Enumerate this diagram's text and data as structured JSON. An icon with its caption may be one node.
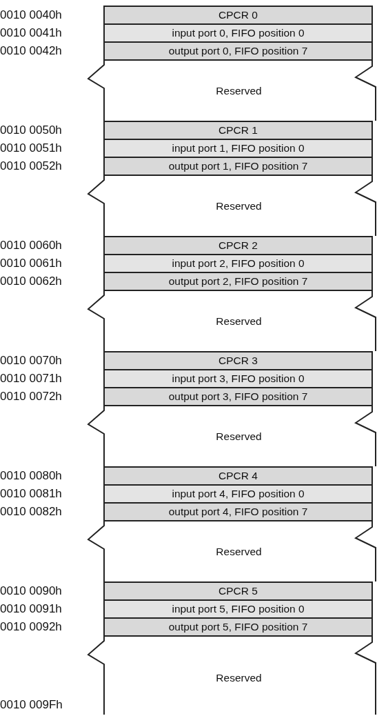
{
  "diagram": {
    "nodes": [
      {
        "text": [
          "CPCR 0"
        ],
        "beside": [
          "0010 0040h"
        ]
      },
      {
        "text": [
          "input port 0, FIFO position 0"
        ],
        "beside": [
          "0010 0041h"
        ]
      },
      {
        "text": [
          "output port 0, FIFO position 7"
        ],
        "beside": [
          "0010 0042h"
        ]
      },
      {
        "text": [
          "Reserved"
        ]
      },
      {
        "text": [
          "CPCR 1"
        ],
        "beside": [
          "0010 0050h"
        ]
      },
      {
        "text": [
          "input port 1, FIFO position 0"
        ],
        "beside": [
          "0010 0051h"
        ]
      },
      {
        "text": [
          "output port 1, FIFO position 7"
        ],
        "beside": [
          "0010 0052h"
        ]
      },
      {
        "text": [
          "Reserved"
        ]
      },
      {
        "text": [
          "CPCR 2"
        ],
        "beside": [
          "0010 0060h"
        ]
      },
      {
        "text": [
          "input port 2, FIFO position 0"
        ],
        "beside": [
          "0010 0061h"
        ]
      },
      {
        "text": [
          "output port 2, FIFO position 7"
        ],
        "beside": [
          "0010 0062h"
        ]
      },
      {
        "text": [
          "Reserved"
        ]
      },
      {
        "text": [
          "CPCR 3"
        ],
        "beside": [
          "0010 0070h"
        ]
      },
      {
        "text": [
          "input port 3, FIFO position 0"
        ],
        "beside": [
          "0010 0071h"
        ]
      },
      {
        "text": [
          "output port 3, FIFO position 7"
        ],
        "beside": [
          "0010 0072h"
        ]
      },
      {
        "text": [
          "Reserved"
        ]
      },
      {
        "text": [
          "CPCR 4"
        ],
        "beside": [
          "0010 0080h"
        ]
      },
      {
        "text": [
          "input port 4, FIFO position 0"
        ],
        "beside": [
          "0010 0081h"
        ]
      },
      {
        "text": [
          "output port 4, FIFO position 7"
        ],
        "beside": [
          "0010 0082h"
        ]
      },
      {
        "text": [
          "Reserved"
        ]
      },
      {
        "text": [
          "CPCR 5"
        ],
        "beside": [
          "0010 0090h"
        ]
      },
      {
        "text": [
          "input port 5, FIFO position 0"
        ],
        "beside": [
          "0010 0091h"
        ]
      },
      {
        "text": [
          "output port 5, FIFO position 7"
        ],
        "beside": [
          "0010 0092h"
        ]
      },
      {
        "text": [
          "Reserved"
        ],
        "beside": [
          "0010 009Fh"
        ]
      }
    ]
  }
}
